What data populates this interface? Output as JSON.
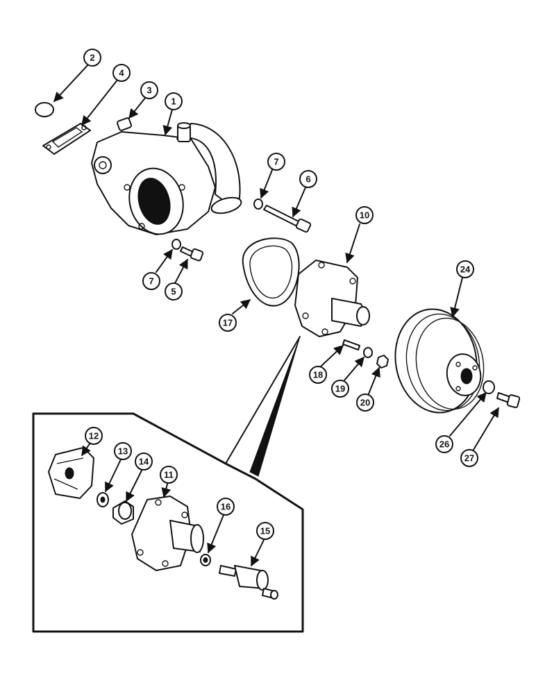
{
  "callouts": {
    "c1": "1",
    "c2": "2",
    "c3": "3",
    "c4": "4",
    "c5": "5",
    "c6": "6",
    "c7a": "7",
    "c7b": "7",
    "c10": "10",
    "c11": "11",
    "c12": "12",
    "c13": "13",
    "c14": "14",
    "c15": "15",
    "c16": "16",
    "c17": "17",
    "c18": "18",
    "c19": "19",
    "c20": "20",
    "c24": "24",
    "c26": "26",
    "c27": "27"
  }
}
